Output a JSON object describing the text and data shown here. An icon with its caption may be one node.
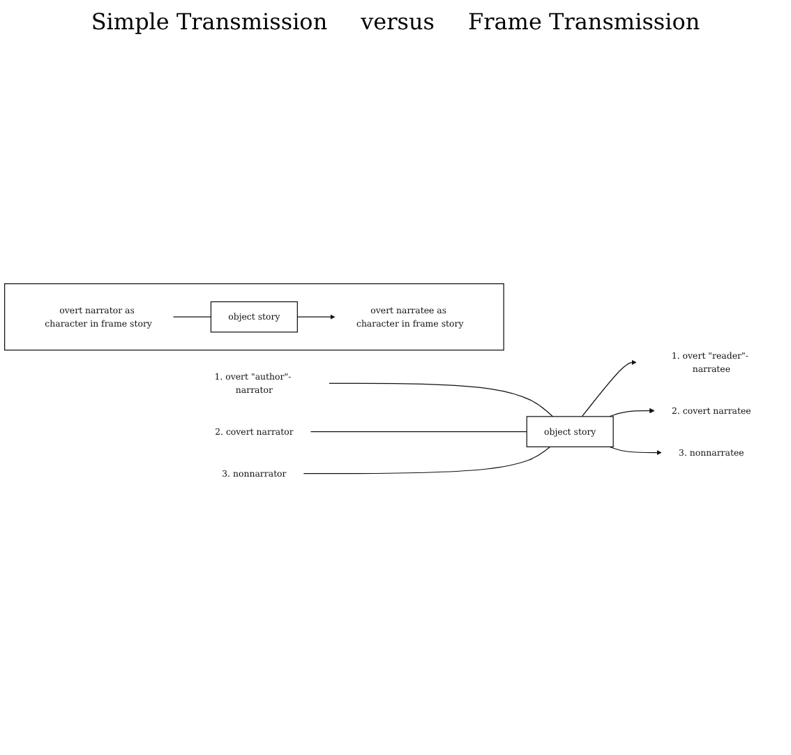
{
  "diagram": {
    "nodes": [
      {
        "text": [
          "1. overt \"author\"- narrator"
        ]
      },
      {
        "text": [
          "2. covert narrator"
        ]
      },
      {
        "text": [
          "3. nonnarrator"
        ]
      },
      {
        "text": [
          "object story"
        ]
      },
      {
        "text": [
          "1. overt \"reader\"- narratee"
        ]
      },
      {
        "text": [
          "2. covert narratee"
        ]
      },
      {
        "text": [
          "3. nonnarratee"
        ]
      },
      {
        "text": [],
        "shape": "box"
      },
      {
        "text": [
          "overt narrator as character in frame story"
        ],
        "in": 7
      },
      {
        "text": [
          "object story"
        ],
        "in": 7
      },
      {
        "text": [
          "overt narratee as character in frame story"
        ],
        "in": 7
      }
    ],
    "edges": [
      {
        "from": 0,
        "to": 3,
        "arrow": "none"
      },
      {
        "from": 1,
        "to": 3,
        "arrow": "none"
      },
      {
        "from": 2,
        "to": 3,
        "arrow": "none"
      },
      {
        "from": 3,
        "to": 4,
        "arrow": "to"
      },
      {
        "from": 3,
        "to": 5,
        "arrow": "to"
      },
      {
        "from": 3,
        "to": 6,
        "arrow": "to"
      },
      {
        "from": 8,
        "to": 9,
        "arrow": "none"
      },
      {
        "from": 9,
        "to": 10,
        "arrow": "to"
      }
    ],
    "labels": [
      "Simple Transmission",
      "versus",
      "Frame Transmission"
    ]
  }
}
